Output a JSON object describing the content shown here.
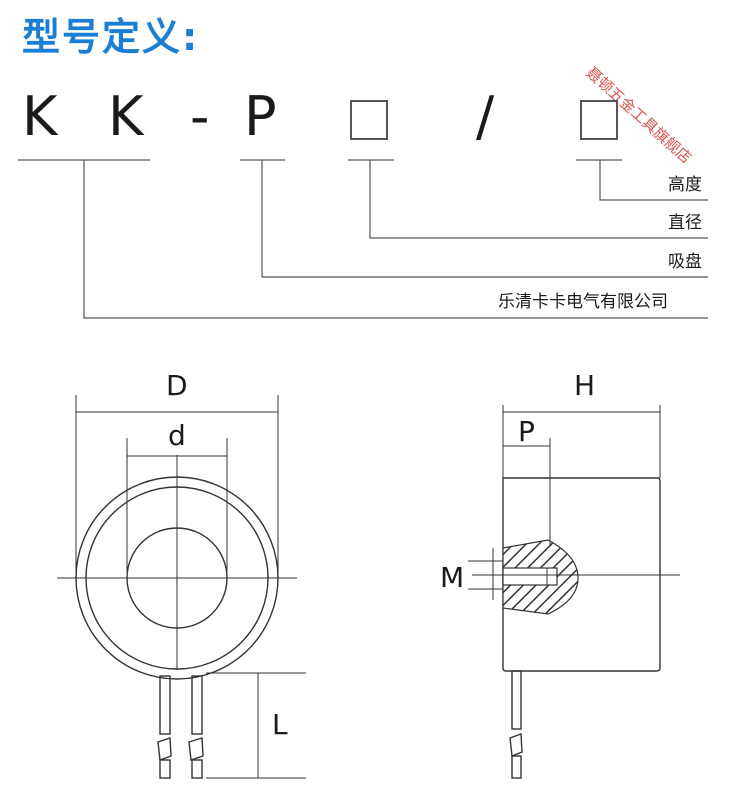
{
  "title": "型号定义:",
  "model_code": {
    "k1": "K",
    "k2": "K",
    "dash": "-",
    "p": "P",
    "slash": "/"
  },
  "labels": {
    "height": "高度",
    "diameter": "直径",
    "suction_cup": "吸盘",
    "company": "乐清卡卡电气有限公司"
  },
  "dimensions": {
    "D": "D",
    "d": "d",
    "L": "L",
    "H": "H",
    "P": "P",
    "M": "M"
  },
  "watermark": "聂顿五金工具旗舰店",
  "colors": {
    "title": "#1a7fd4",
    "line": "#555555",
    "watermark": "#d9534f"
  }
}
